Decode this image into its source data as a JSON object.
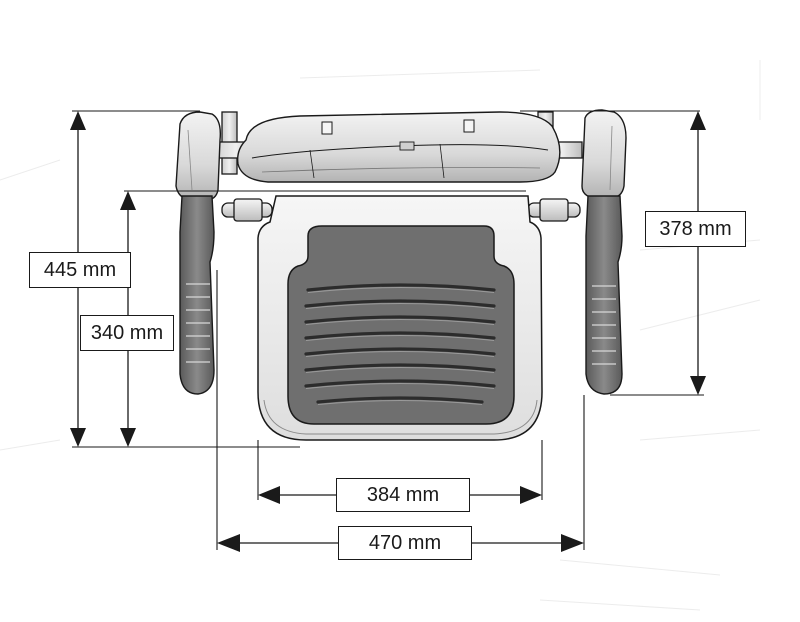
{
  "dimensions": {
    "total_height": "445 mm",
    "seat_height": "340 mm",
    "armrest_height": "378 mm",
    "seat_width": "384 mm",
    "total_width": "470 mm"
  },
  "colors": {
    "line": "#1a1a1a",
    "seat_pad": "#6f6f6f",
    "body_light": "#e6e6e6",
    "body_mid": "#bfbfbf",
    "grip_dark": "#6a6a6a"
  }
}
